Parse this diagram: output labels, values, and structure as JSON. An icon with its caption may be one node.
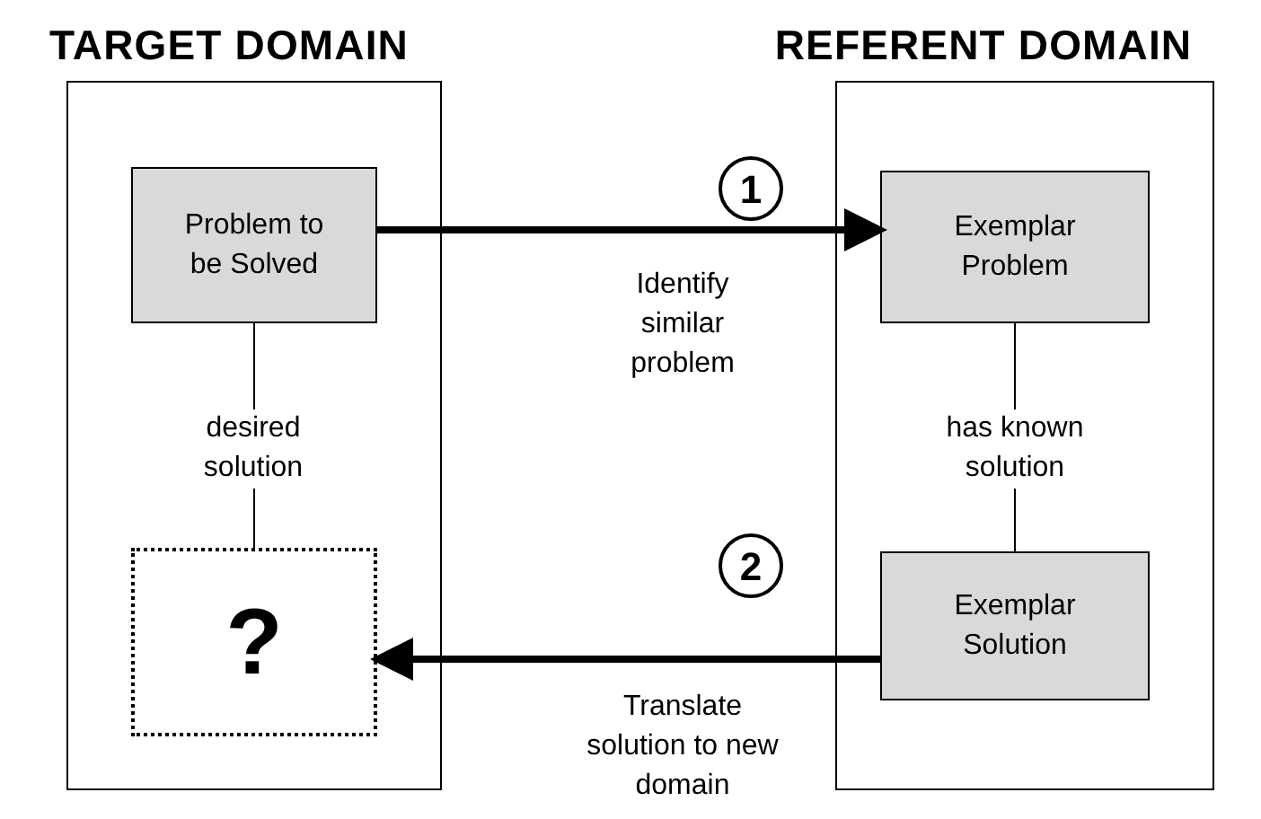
{
  "diagram": {
    "nodes": [
      {
        "text": [
          "TARGET DOMAIN"
        ]
      },
      {
        "text": [
          "Problem to be Solved"
        ],
        "in": 0
      },
      {
        "text": [
          "?"
        ],
        "in": 0
      },
      {
        "text": [
          "REFERENT DOMAIN"
        ]
      },
      {
        "text": [
          "Exemplar Problem"
        ],
        "in": 3
      },
      {
        "text": [
          "Exemplar Solution"
        ],
        "in": 3
      },
      {
        "text": [
          "1"
        ]
      },
      {
        "text": [
          "2"
        ]
      }
    ],
    "edges": [
      {
        "from": 1,
        "to": 4,
        "arrow": "to",
        "style": "thick",
        "label": "Identify similar problem"
      },
      {
        "from": 5,
        "to": 2,
        "arrow": "to",
        "style": "thick",
        "label": "Translate solution to new domain"
      },
      {
        "from": 1,
        "to": 2,
        "arrow": "none",
        "label": "desired solution"
      },
      {
        "from": 4,
        "to": 5,
        "arrow": "none",
        "label": "has known solution"
      }
    ]
  }
}
